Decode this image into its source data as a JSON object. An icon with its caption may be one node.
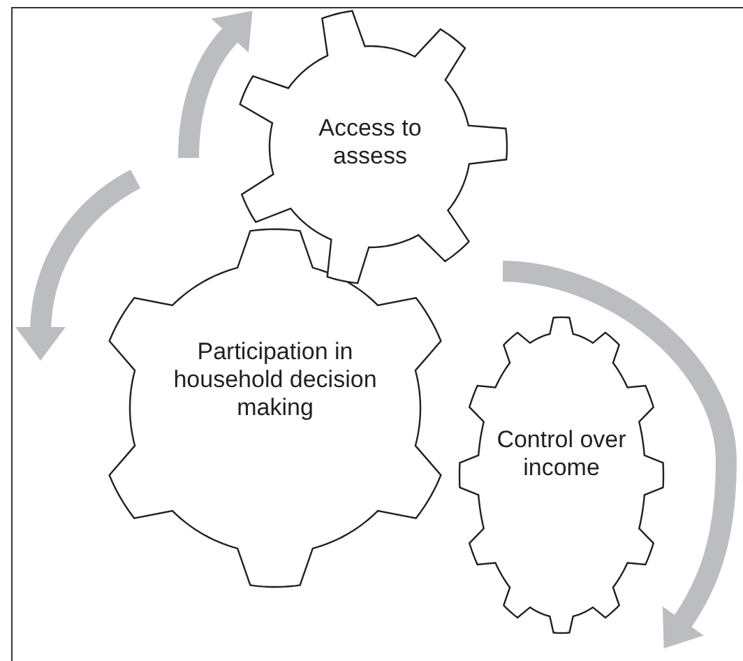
{
  "diagram": {
    "nodes": [
      {
        "text": [
          "Access to assess"
        ]
      },
      {
        "text": [
          "Participation in household decision making"
        ]
      },
      {
        "text": [
          "Control over income"
        ]
      }
    ]
  }
}
